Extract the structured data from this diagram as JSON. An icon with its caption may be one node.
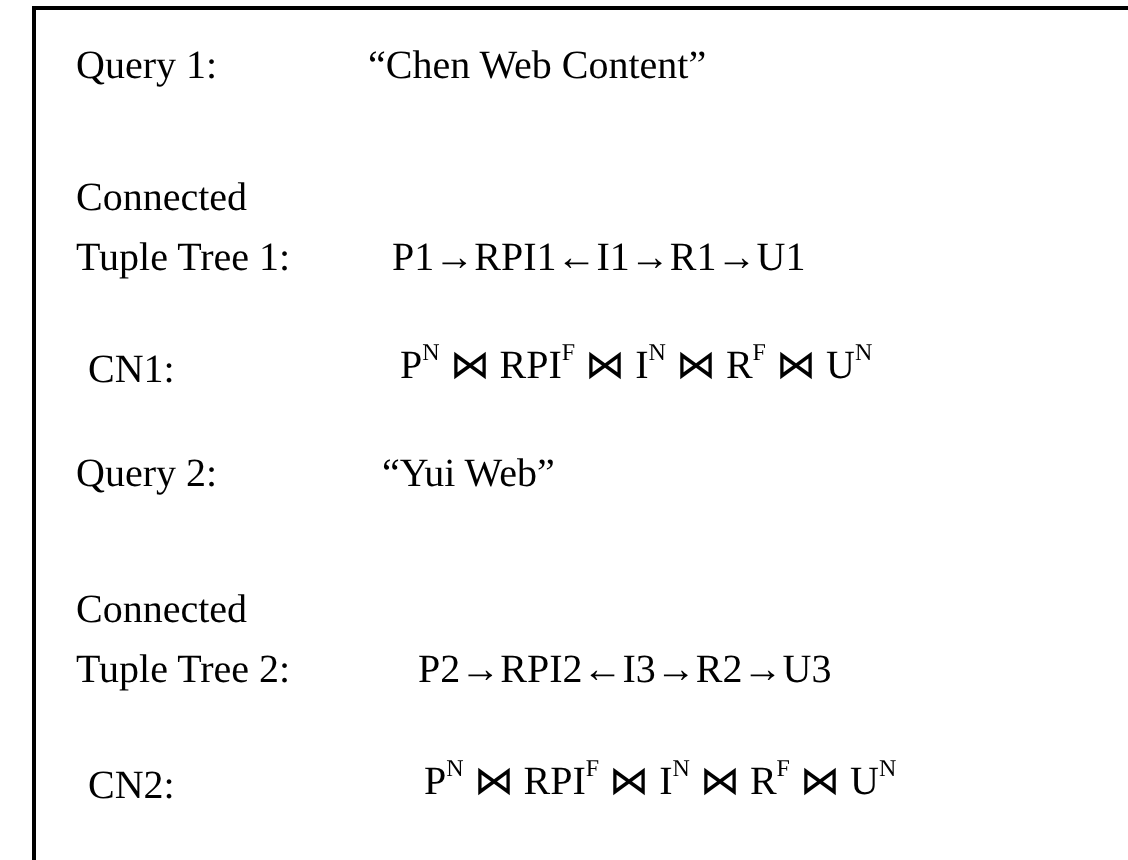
{
  "diagram": {
    "labels": [
      "Query 1:",
      "“Chen Web Content”",
      "Connected Tuple Tree 1:",
      "P1→RPI1←I1→R1→U1",
      "CN1:",
      "P$^{N}$ ⋈ RPI$^{F}$ ⋈ I$^{N}$ ⋈ R$^{F}$ ⋈ U$^{N}$",
      "Query 2:",
      "“Yui Web”",
      "Connected Tuple Tree 2:",
      "P2→RPI2←I3→R2→U3",
      "CN2:",
      "P$^{N}$ ⋈ RPI$^{F}$ ⋈ I$^{N}$ ⋈ R$^{F}$ ⋈ U$^{N}$"
    ]
  }
}
